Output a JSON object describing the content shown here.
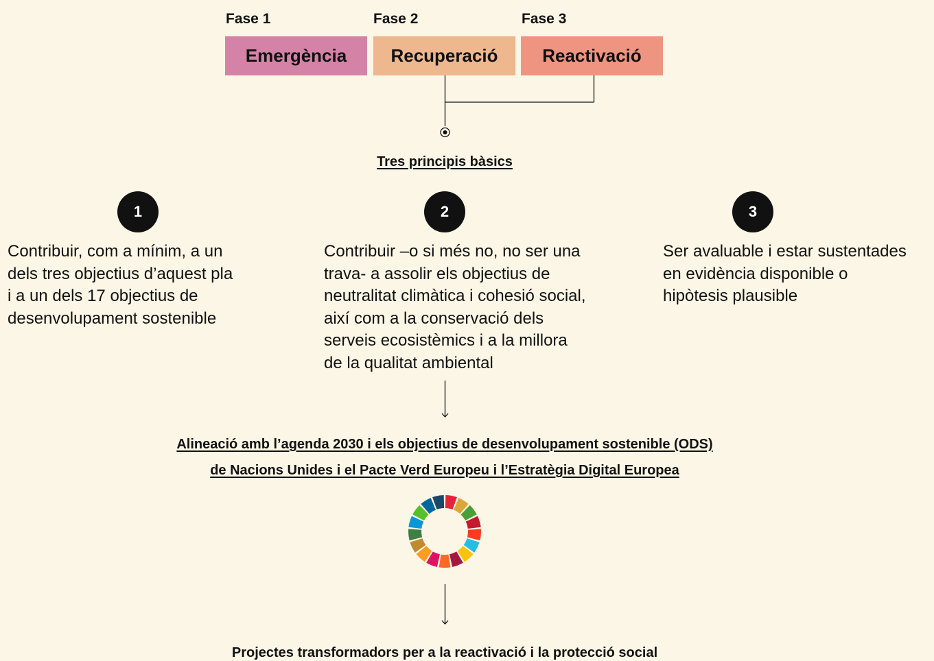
{
  "phases": [
    {
      "label": "Fase 1",
      "name": "Emergència",
      "color": "#d582a7"
    },
    {
      "label": "Fase 2",
      "name": "Recuperació",
      "color": "#efb78e"
    },
    {
      "label": "Fase 3",
      "name": "Reactivació",
      "color": "#ef9480"
    }
  ],
  "principles_title": "Tres principis bàsics",
  "principles": [
    {
      "number": "1",
      "text": "Contribuir, com a mínim, a un\ndels tres objectius d’aquest pla\ni a un dels 17 objectius de\ndesenvolupament sostenible"
    },
    {
      "number": "2",
      "text": "Contribuir –o si més no, no ser una\ntrava- a assolir els objectius de\nneutralitat climàtica i cohesió social,\naixí com a la conservació dels\nserveis ecosistèmics i a la millora\nde la qualitat ambiental"
    },
    {
      "number": "3",
      "text": "Ser avaluable i estar sustentades\nen evidència disponible o\nhipòtesis plausible"
    }
  ],
  "alignment": {
    "line1": "Alineació amb l’agenda 2030 i els objectius de desenvolupament sostenible (ODS)",
    "line2": "de Nacions Unides i el Pacte Verd Europeu i l’Estratègia Digital Europea"
  },
  "sdg_wheel_colors": [
    "#e5243b",
    "#dda63a",
    "#4c9f38",
    "#c5192d",
    "#ff3a21",
    "#26bde2",
    "#fcc30b",
    "#a21942",
    "#fd6925",
    "#dd1367",
    "#fd9d24",
    "#bf8b2e",
    "#3f7e44",
    "#0a97d9",
    "#56c02b",
    "#00689d",
    "#19486a"
  ],
  "final": "Projectes transformadors per a la reactivació i la protecció social"
}
